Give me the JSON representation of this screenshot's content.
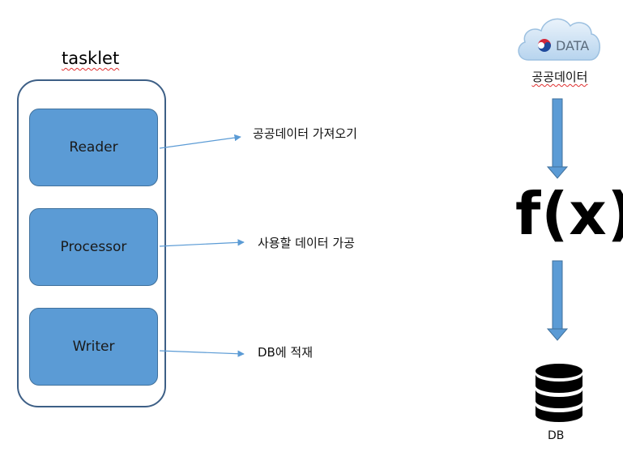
{
  "tasklet": {
    "title": "tasklet",
    "steps": [
      {
        "label": "Reader"
      },
      {
        "label": "Processor"
      },
      {
        "label": "Writer"
      }
    ]
  },
  "notes": [
    "공공데이터 가져오기",
    "사용할 데이터 가공",
    "DB에 적재"
  ],
  "pipeline": {
    "cloud_text": "DATA",
    "cloud_label": "공공데이터",
    "function_label": "f(x)",
    "db_label": "DB"
  },
  "colors": {
    "step_fill": "#5b9bd5",
    "step_border": "#41719c",
    "arrow_fill": "#5b9bd5",
    "cloud_fill": "#cfe3f5",
    "db_fill": "#000000"
  },
  "icons": {
    "cloud": "cloud-icon",
    "emblem": "taegeuk-icon",
    "database": "database-icon"
  }
}
